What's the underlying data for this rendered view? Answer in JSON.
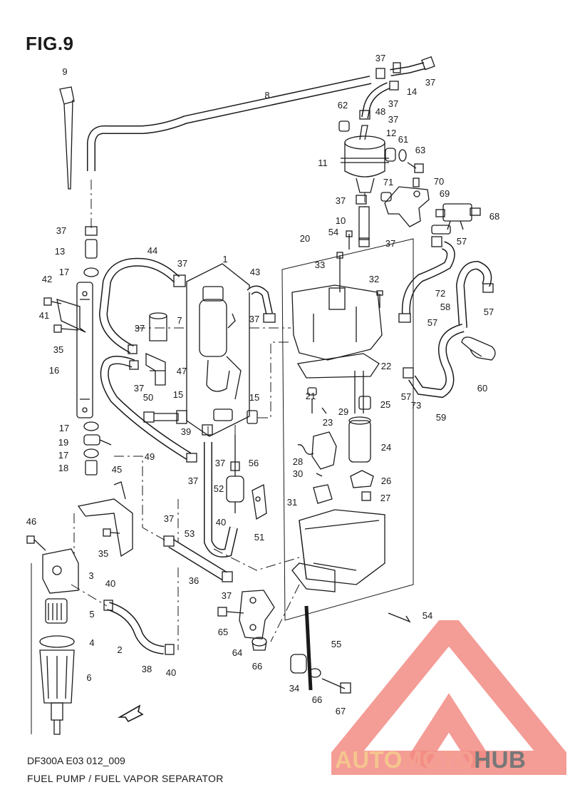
{
  "figure": {
    "title": "FIG.9",
    "code": "DF300A  E03 012_009",
    "caption": "FUEL PUMP / FUEL VAPOR SEPARATOR"
  },
  "callouts": [
    "9",
    "8",
    "37",
    "14",
    "37",
    "37",
    "48",
    "37",
    "62",
    "12",
    "61",
    "63",
    "11",
    "70",
    "71",
    "69",
    "37",
    "68",
    "10",
    "54",
    "37",
    "57",
    "20",
    "1",
    "44",
    "37",
    "43",
    "33",
    "32",
    "13",
    "37",
    "17",
    "42",
    "41",
    "7",
    "37",
    "72",
    "58",
    "57",
    "57",
    "37",
    "35",
    "47",
    "22",
    "16",
    "37",
    "21",
    "25",
    "50",
    "15",
    "15",
    "29",
    "57",
    "73",
    "60",
    "59",
    "39",
    "23",
    "17",
    "19",
    "49",
    "24",
    "28",
    "17",
    "56",
    "30",
    "18",
    "37",
    "37",
    "52",
    "26",
    "45",
    "31",
    "27",
    "40",
    "51",
    "46",
    "37",
    "53",
    "3",
    "35",
    "36",
    "40",
    "37",
    "5",
    "54",
    "65",
    "4",
    "2",
    "64",
    "55",
    "38",
    "40",
    "66",
    "6",
    "34",
    "66",
    "67"
  ],
  "watermark": {
    "part_a": "AUTO",
    "part_b": "MOTO",
    "part_c": "HUB"
  },
  "colors": {
    "line": "#1a1a1a",
    "watermark_triangle": "#f28b84",
    "watermark_orange": "#f5c58e",
    "watermark_grey": "#777777"
  }
}
